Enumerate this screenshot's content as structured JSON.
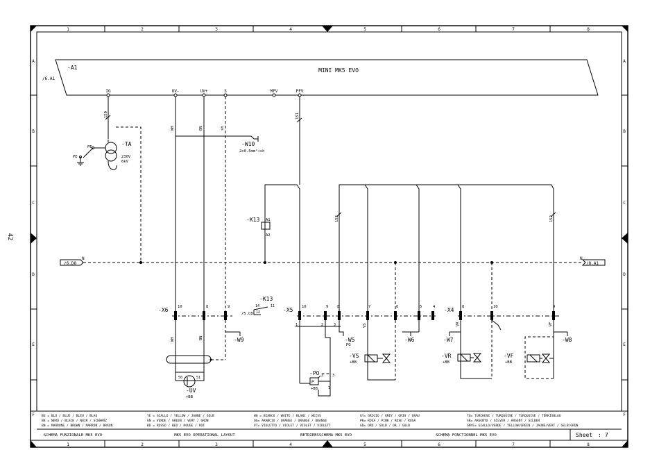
{
  "page_number": "42",
  "sheet_label": "Sheet",
  "sheet_number": "7",
  "columns": [
    "1",
    "2",
    "3",
    "4",
    "5",
    "6",
    "7",
    "8"
  ],
  "rows": [
    "A",
    "B",
    "C",
    "D",
    "E",
    "F"
  ],
  "title_block": {
    "it": "SCHEMA FUNZIONALE MK5 EVO",
    "en": "MK5 EVO OPERATIONAL LAYOUT",
    "de": "BETRIEBSSCHEMA MK5 EVO",
    "fr": "SCHEMA FONCTIONNEL MK5 EVO"
  },
  "color_legend": [
    [
      "BU = BLU / BLUE / BLEU / BLAU",
      "BK = NERO / BLACK / NOIR / SCHWARZ",
      "BN = MARRONE / BROWN / MARRON / BRAUN"
    ],
    [
      "YE = GIALLO / YELLOW / JAUNE / GELB",
      "GN = VERDE / GREEN / VERT / GRÜN",
      "RD = ROSSO / RED / ROUGE / ROT"
    ],
    [
      "WH = BIANCO / WHITE / BLANC / WEISS",
      "OG= ARANCIO / ORANGE / ORANGE / ORANGE",
      "VT= VIOLETTO / VIOLET / VIOLET / VIOLETT"
    ],
    [
      "GY= GRIGIO / GREY / GRIS / GRAU",
      "PK= ROSA / PINK / ROSE / ROSA",
      "GD= ORO / GOLD / OR / GOLD"
    ],
    [
      "TQ= TURCHESE / TURQUOISE / TURQUOISE / TÜRKISBLAU",
      "SR= ARGENTO / SILVER / ARGENT / SILBER",
      "GNYE= GIALLO/VERDE / YELLOW/GREEN / JAUNE/VERT / GELB/GRÜN"
    ]
  ],
  "diagram": {
    "a1": {
      "tag": "-A1",
      "ref": "/6.A1",
      "title": "MINI MK5 EVO",
      "terminals": [
        "IG",
        "UV-",
        "UV+",
        "S",
        "MFV",
        "PFV"
      ]
    },
    "wire_numbers": {
      "w150": "150",
      "wh": "WH",
      "bn": "BN",
      "sh": "sh",
      "w151": "151",
      "w152a": "152",
      "w152b": "152",
      "vs": "VS",
      "vr": "VR",
      "vf": "VF"
    },
    "ta": {
      "tag": "-TA",
      "v1": "230V",
      "v2": "6kV",
      "pe1": "PE",
      "pe2": "PE"
    },
    "w10": {
      "tag": "-W10",
      "spec": "2x0.5mm²+sh"
    },
    "k13": {
      "tag": "-K13",
      "a1": "A1",
      "a2": "A2"
    },
    "k13b": {
      "tag": "-K13",
      "ref": "/5.C8",
      "p14": "14",
      "p11": "11",
      "p12": "12"
    },
    "n_left": {
      "ref": "/6.D8",
      "label": "N"
    },
    "n_right": {
      "ref": "/8.A1",
      "label": "N"
    },
    "x6": {
      "tag": "-X6",
      "pins": [
        "10",
        "8",
        "9"
      ]
    },
    "x5": {
      "tag": "-X5",
      "pins": [
        "10",
        "9",
        "8",
        "7",
        "6",
        "5",
        "4"
      ],
      "sub": [
        "1",
        "2",
        "3"
      ]
    },
    "x4": {
      "tag": "-X4",
      "pins": [
        "8",
        "10",
        "9"
      ]
    },
    "w9": "-W9",
    "w5": "-W5",
    "w5sub": "PO",
    "w6": "-W6",
    "w7": "-W7",
    "w8": "-W8",
    "wh_lbl": "WH",
    "bn_lbl": "BN",
    "uv": {
      "tag": "-UV",
      "loc": "+BB",
      "p50": "50",
      "p51": "51"
    },
    "po": {
      "tag": "-PO",
      "loc": "+BB",
      "sym": "P",
      "p1": "1",
      "p2": "2",
      "p3": "3"
    },
    "vs": {
      "tag": "-VS",
      "loc": "+BB"
    },
    "vr": {
      "tag": "-VR",
      "loc": "+BB"
    },
    "vf": {
      "tag": "-VF",
      "loc": "+BB"
    }
  }
}
